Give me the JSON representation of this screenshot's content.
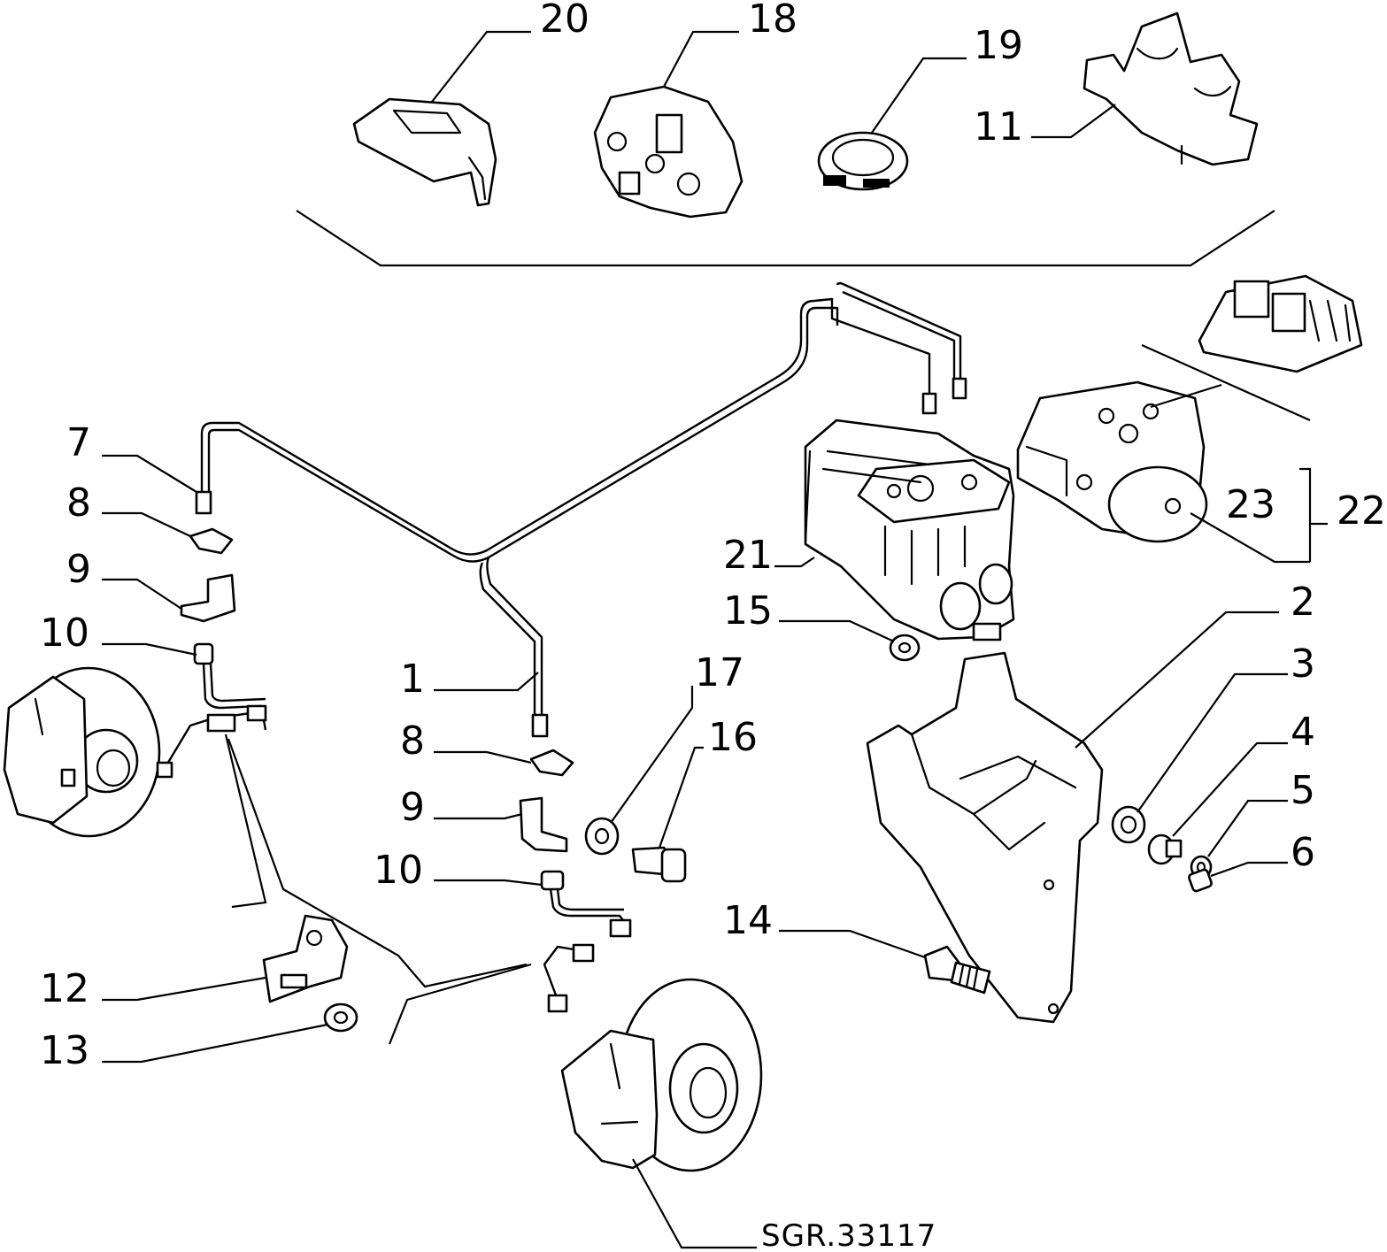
{
  "diagram": {
    "reference": "SGR.33117",
    "labels": [
      "1",
      "2",
      "3",
      "4",
      "5",
      "6",
      "7",
      "8",
      "9",
      "10",
      "11",
      "12",
      "13",
      "14",
      "15",
      "16",
      "17",
      "18",
      "19",
      "20",
      "21",
      "22",
      "23"
    ],
    "callouts": {
      "l1": "1",
      "l2": "2",
      "l3": "3",
      "l4": "4",
      "l5": "5",
      "l6": "6",
      "l7": "7",
      "l8a": "8",
      "l8b": "8",
      "l9a": "9",
      "l9b": "9",
      "l10a": "10",
      "l10b": "10",
      "l11": "11",
      "l12": "12",
      "l13": "13",
      "l14": "14",
      "l15": "15",
      "l16": "16",
      "l17": "17",
      "l18": "18",
      "l19": "19",
      "l20": "20",
      "l21": "21",
      "l22": "22",
      "l23": "23"
    },
    "icons": [
      "caliper-left-icon",
      "brake-disc-icon",
      "abs-modulator-icon",
      "abs-ecu-icon",
      "bracket-icon",
      "clip-icon",
      "hose-icon",
      "bolt-icon",
      "nut-icon",
      "grommet-icon",
      "clamp-icon",
      "pipe-holder-icon",
      "cover-icon"
    ]
  }
}
